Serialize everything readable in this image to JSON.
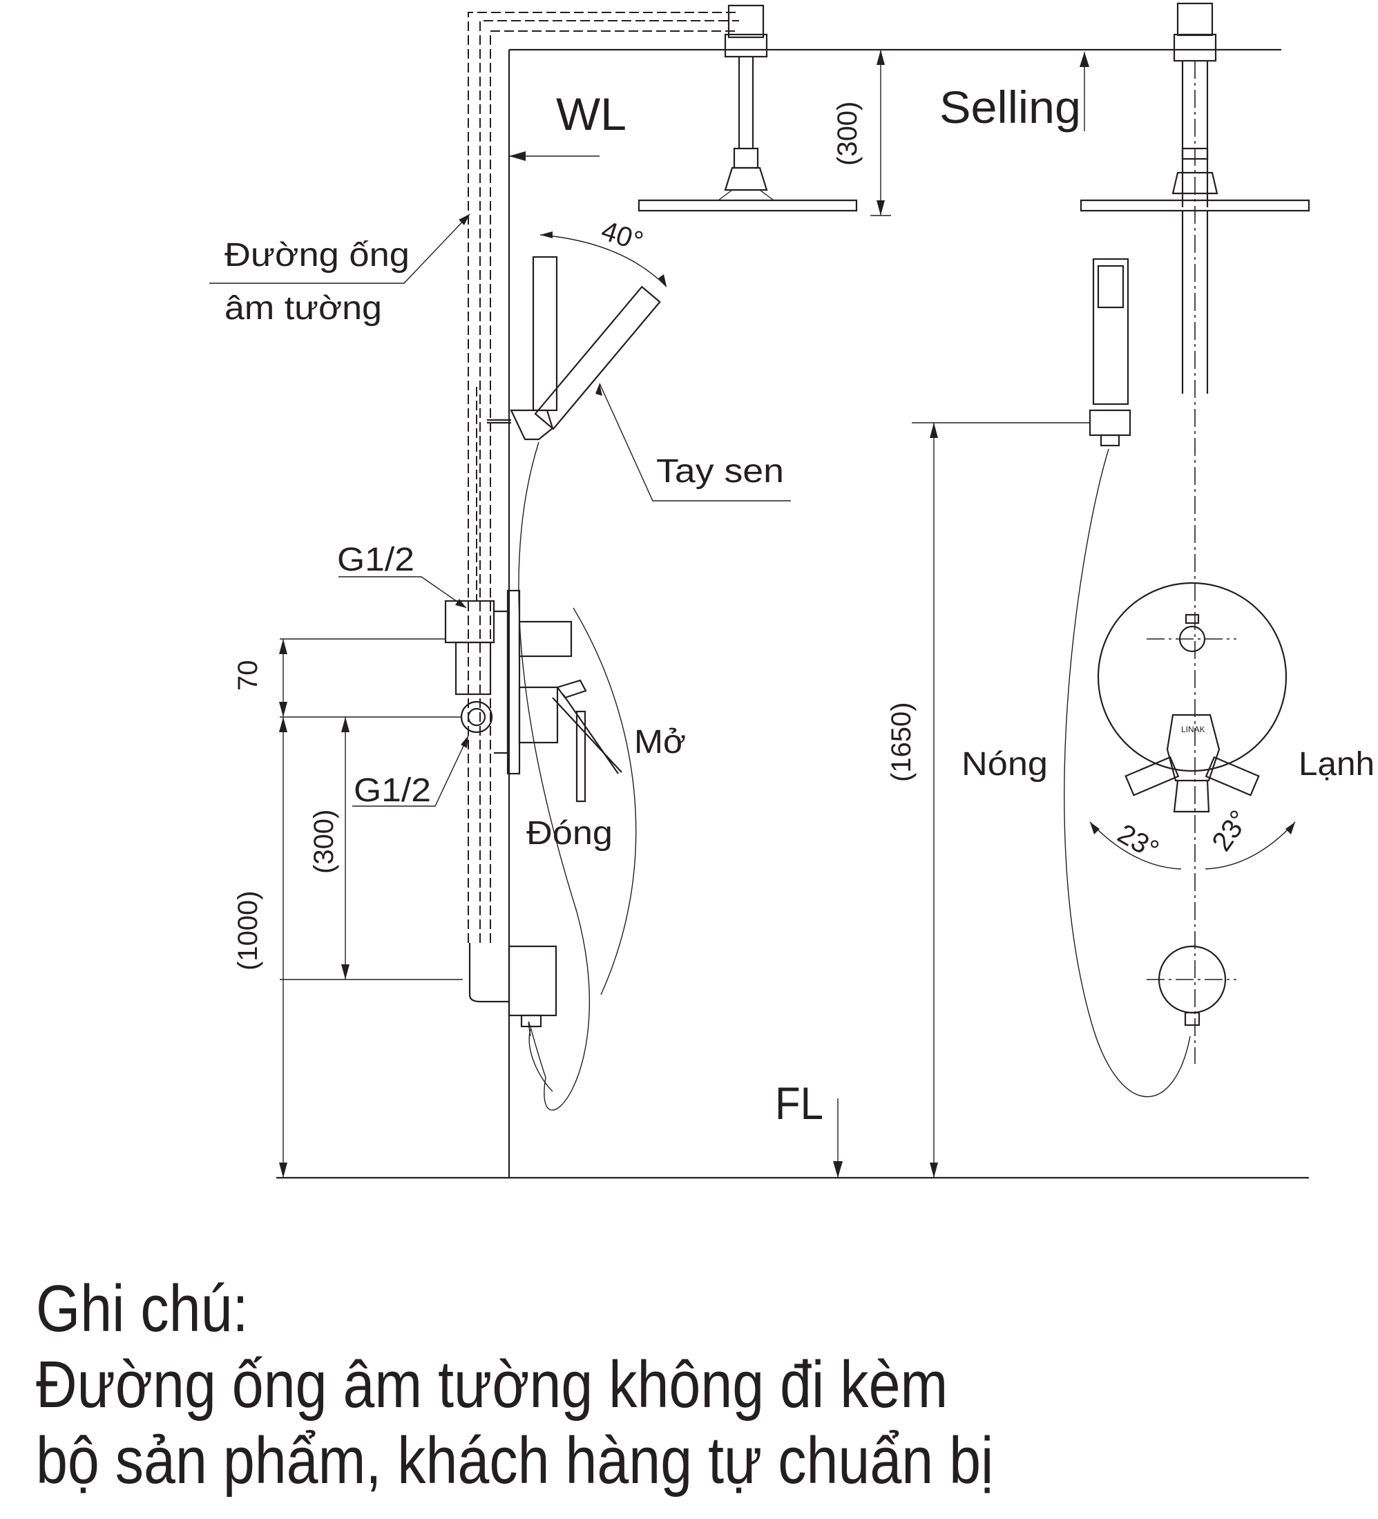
{
  "labels": {
    "wl": "WL",
    "ceiling": "Selling",
    "fl": "FL",
    "concealed_pipe_line1": "Đường ống",
    "concealed_pipe_line2": "âm tường",
    "hand_shower": "Tay sen",
    "g12_top": "G1/2",
    "g12_bottom": "G1/2",
    "open": "Mở",
    "close": "Đóng",
    "hot": "Nóng",
    "cold": "Lạnh",
    "angle_hand": "40°",
    "angle_left": "23°",
    "angle_right": "23°"
  },
  "dimensions": {
    "head_drop": "(300)",
    "inlet_offset": "70",
    "diverter_to_valve": "(300)",
    "valve_height": "(1000)",
    "hand_holder_height": "(1650)"
  },
  "note": {
    "title": "Ghi chú:",
    "line1": "Đường ống âm tường không đi kèm",
    "line2": "bộ sản phẩm, khách hàng tự chuẩn bị"
  }
}
